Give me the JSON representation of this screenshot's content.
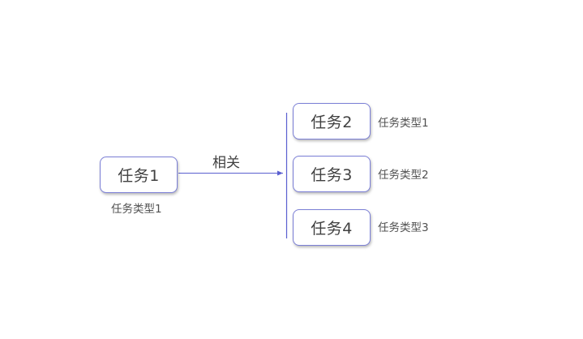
{
  "diagram": {
    "source": {
      "name": "任务1",
      "type": "任务类型1"
    },
    "relation": {
      "label": "相关"
    },
    "targets": [
      {
        "name": "任务2",
        "type": "任务类型1"
      },
      {
        "name": "任务3",
        "type": "任务类型2"
      },
      {
        "name": "任务4",
        "type": "任务类型3"
      }
    ]
  },
  "colors": {
    "box_border": "#7b7fd6",
    "connector": "#5a5fd0",
    "text": "#404040"
  }
}
